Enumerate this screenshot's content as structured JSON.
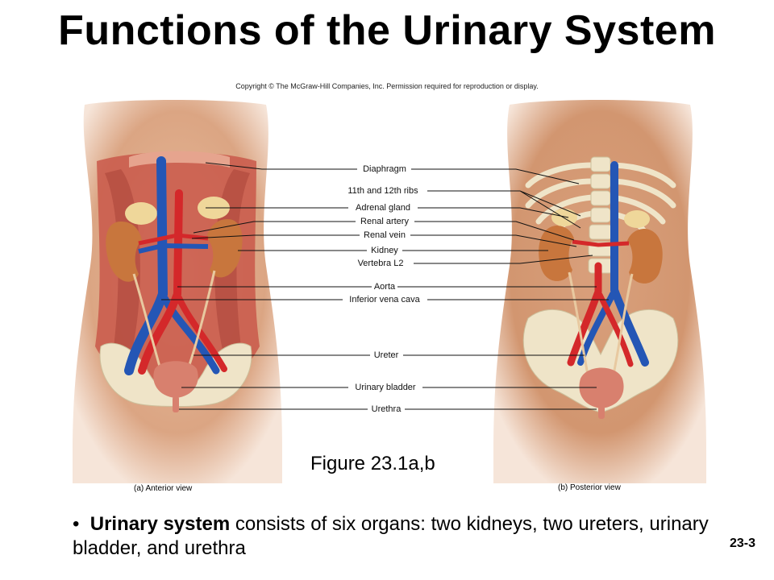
{
  "slide": {
    "title": "Functions of the Urinary System",
    "copyright": "Copyright © The McGraw-Hill Companies, Inc. Permission required for reproduction or display.",
    "figure_caption": "Figure 23.1a,b",
    "views": {
      "anterior": "(a) Anterior view",
      "posterior": "(b) Posterior view"
    },
    "bullet": {
      "marker": "•",
      "term": "Urinary system",
      "text": " consists of six organs: two kidneys, two ureters, urinary bladder, and urethra"
    },
    "slide_number": "23-3"
  },
  "labels": {
    "diaphragm": "Diaphragm",
    "ribs": "11th and 12th ribs",
    "adrenal": "Adrenal gland",
    "renal_artery": "Renal artery",
    "renal_vein": "Renal vein",
    "kidney": "Kidney",
    "vertebra": "Vertebra L2",
    "aorta": "Aorta",
    "ivc": "Inferior vena cava",
    "ureter": "Ureter",
    "bladder": "Urinary bladder",
    "urethra": "Urethra"
  },
  "colors": {
    "skin": "#e3b08f",
    "skin_dark": "#c98a66",
    "muscle": "#c9584a",
    "kidney": "#c8763d",
    "artery": "#d4282a",
    "vein": "#2456b5",
    "bone": "#efe4c8",
    "bladder": "#d8806e",
    "adrenal": "#efd79a"
  }
}
